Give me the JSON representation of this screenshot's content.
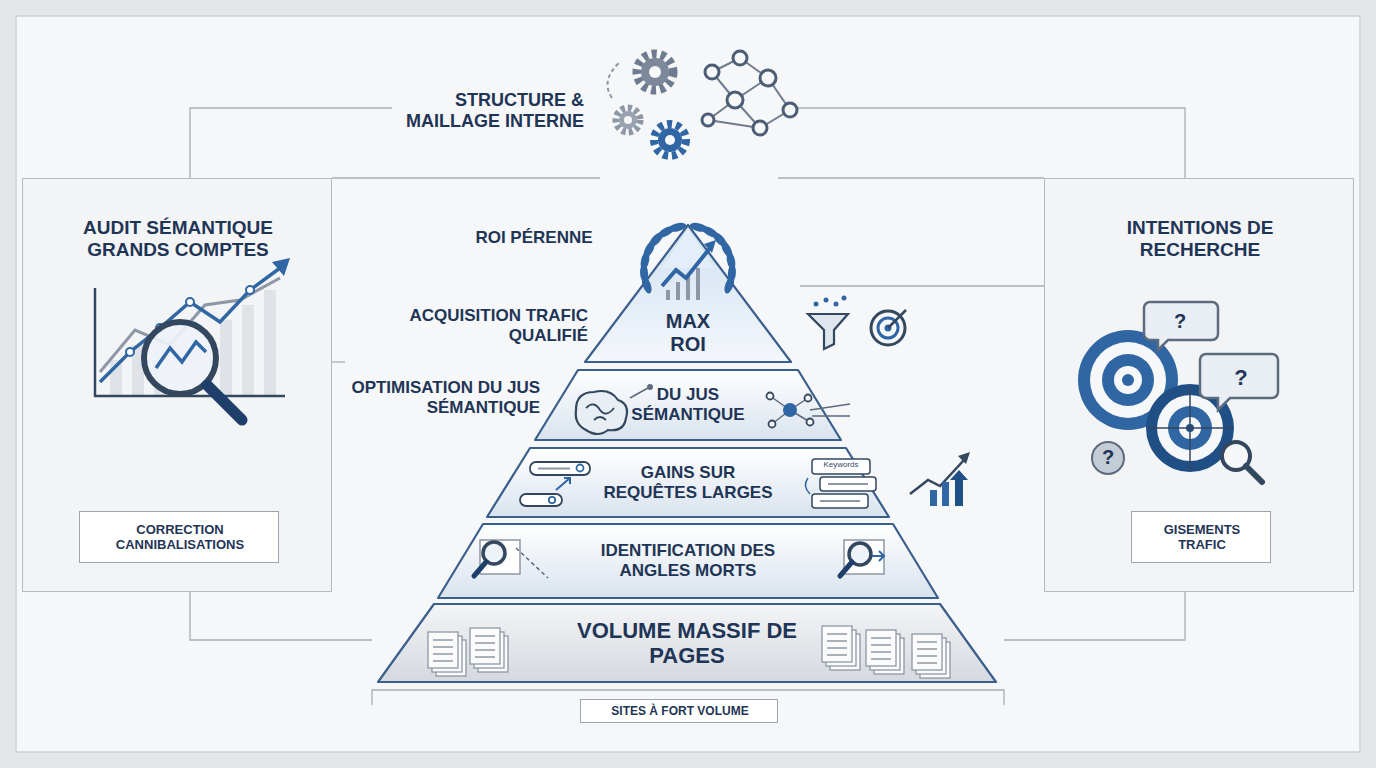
{
  "diagram": {
    "nodes": [
      {
        "text": [
          "AUDIT SÉMANTIQUE GRANDS COMPTES"
        ]
      },
      {
        "text": [
          "CORRECTION CANNIBALISATIONS"
        ],
        "in": 0
      },
      {
        "text": [
          "INTENTIONS DE RECHERCHE"
        ]
      },
      {
        "text": [
          "GISEMENTS TRAFIC"
        ],
        "in": 2
      },
      {
        "text": [
          "MAX ROI"
        ]
      },
      {
        "text": [
          "DU JUS SÉMANTIQUE"
        ]
      },
      {
        "text": [
          "GAINS SUR REQUÊTES LARGES"
        ]
      },
      {
        "text": [
          "IDENTIFICATION DES ANGLES MORTS"
        ]
      },
      {
        "text": [
          "VOLUME MASSIF DE PAGES"
        ]
      },
      {
        "text": [
          "SITES À FORT VOLUME"
        ]
      }
    ],
    "labels": [
      "STRUCTURE & MAILLAGE INTERNE",
      "ROI PÉRENNE",
      "ACQUISITION TRAFIC QUALIFIÉ",
      "OPTIMISATION DU JUS SÉMANTIQUE",
      "Keywords",
      "?",
      "?",
      "?"
    ]
  }
}
